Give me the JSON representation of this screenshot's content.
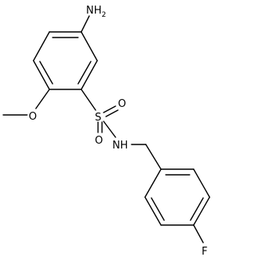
{
  "molecule": {
    "atoms": {
      "amine": "NH",
      "amine_subscript": "2",
      "methoxy_oxygen": "O",
      "sulfur": "S",
      "sulfonyl_oxygen_upper": "O",
      "sulfonyl_oxygen_lower": "O",
      "sulfonamide_nitrogen": "NH",
      "fluorine": "F"
    },
    "bond_color": "#000000"
  }
}
